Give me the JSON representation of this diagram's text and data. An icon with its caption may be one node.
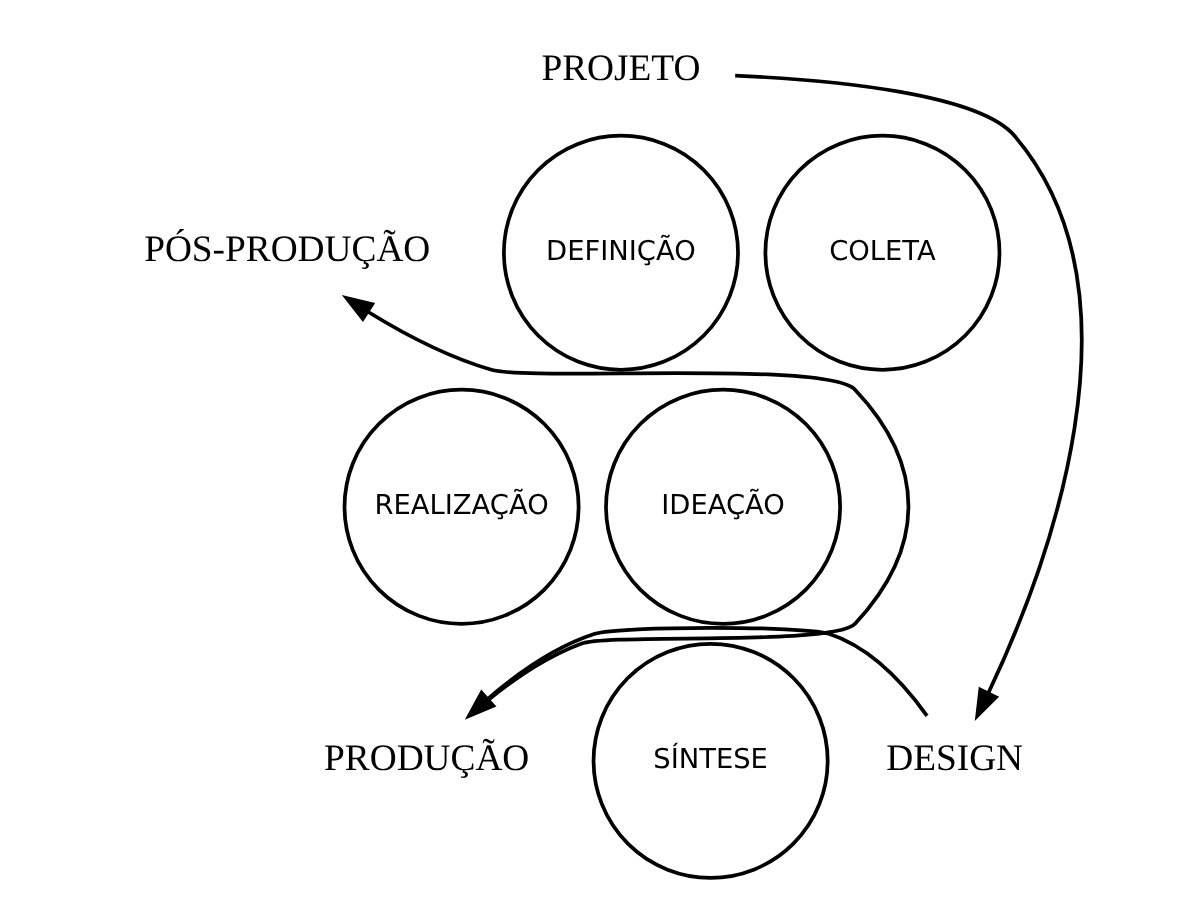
{
  "diagram": {
    "nodes": [
      {
        "text": [
          "PROJETO"
        ]
      },
      {
        "text": [
          "PÓS-PRODUÇÃO"
        ]
      },
      {
        "text": [
          "DEFINIÇÃO"
        ]
      },
      {
        "text": [
          "COLETA"
        ]
      },
      {
        "text": [
          "REALIZAÇÃO"
        ]
      },
      {
        "text": [
          "IDEAÇÃO"
        ]
      },
      {
        "text": [
          "PRODUÇÃO"
        ]
      },
      {
        "text": [
          "SÍNTESE"
        ]
      },
      {
        "text": [
          "DESIGN"
        ]
      }
    ],
    "edges": [
      {
        "from": 0,
        "to": 8,
        "arrow": "to"
      },
      {
        "from": 8,
        "to": 6,
        "arrow": "to"
      },
      {
        "from": 6,
        "to": 1,
        "arrow": "to"
      }
    ]
  }
}
